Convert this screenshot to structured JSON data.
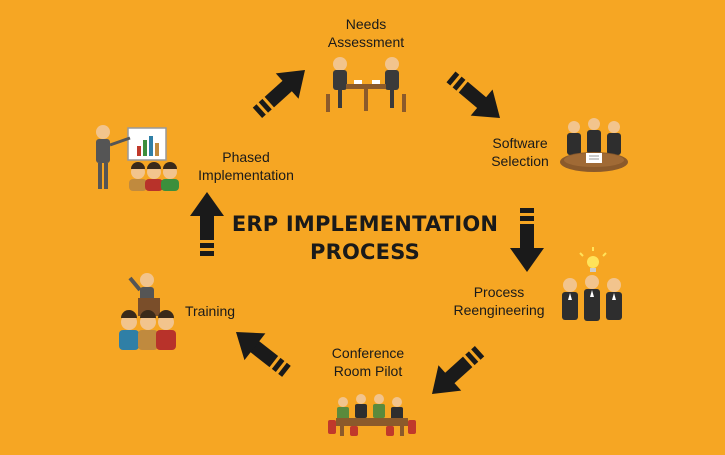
{
  "diagram": {
    "title_line1": "ERP IMPLEMENTATION",
    "title_line2": "PROCESS",
    "steps": [
      {
        "label": "Needs\nAssessment",
        "icon": "meeting-two-people-icon"
      },
      {
        "label": "Software\nSelection",
        "icon": "round-table-team-icon"
      },
      {
        "label": "Process\nReengineering",
        "icon": "team-idea-lightbulb-icon"
      },
      {
        "label": "Conference\nRoom Pilot",
        "icon": "conference-table-icon"
      },
      {
        "label": "Training",
        "icon": "lecturer-audience-icon"
      },
      {
        "label": "Phased\nImplementation",
        "icon": "presenter-chart-icon"
      }
    ],
    "colors": {
      "background": "#F6A623",
      "arrow": "#1a1a1a",
      "suit": "#3a3a3a",
      "skin": "#F2C48D",
      "table": "#8B5A2B"
    }
  }
}
